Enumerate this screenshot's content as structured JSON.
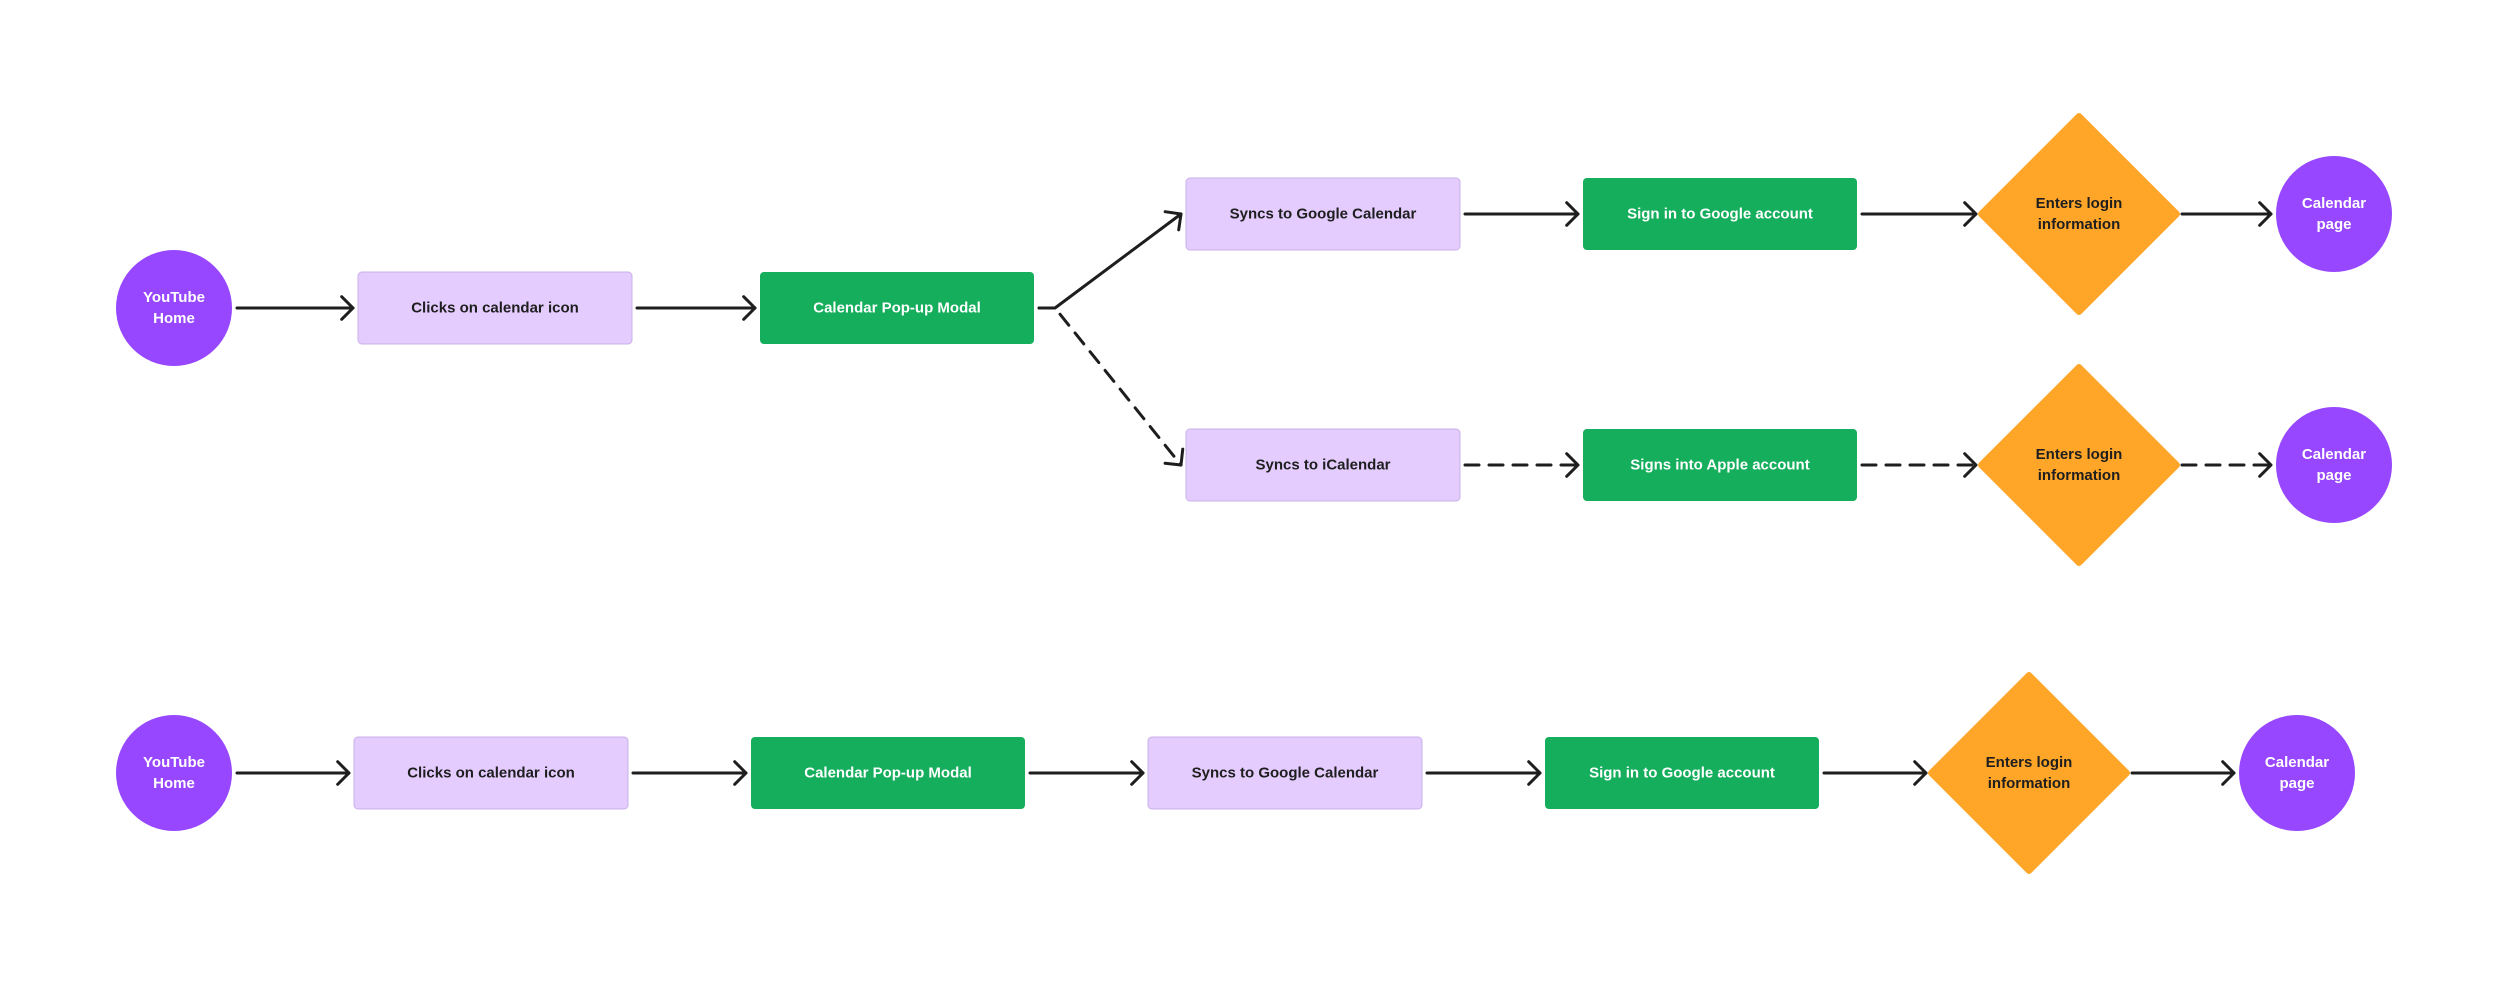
{
  "colors": {
    "start_end": "#9747ff",
    "step": "#e4ccff",
    "step_border": "#c9b0ea",
    "action": "#14ae5c",
    "decision": "#ffa629",
    "connector": "#1e1e1e",
    "text_dark": "#1e1e1e",
    "text_light": "#ffffff"
  },
  "legend_note": "",
  "flows": [
    {
      "name": "branching-flow",
      "nodes": [
        {
          "id": "a_home",
          "shape": "circle",
          "kind": "start_end",
          "lines": [
            "YouTube",
            "Home"
          ]
        },
        {
          "id": "a_click",
          "shape": "rect",
          "kind": "step",
          "lines": [
            "Clicks on calendar icon"
          ]
        },
        {
          "id": "a_modal",
          "shape": "rect",
          "kind": "action",
          "lines": [
            "Calendar Pop-up Modal"
          ]
        },
        {
          "id": "a_gsync",
          "shape": "rect",
          "kind": "step",
          "lines": [
            "Syncs to Google Calendar"
          ]
        },
        {
          "id": "a_gsign",
          "shape": "rect",
          "kind": "action",
          "lines": [
            "Sign in to Google account"
          ]
        },
        {
          "id": "a_glogin",
          "shape": "diamond",
          "kind": "decision",
          "lines": [
            "Enters login",
            "information"
          ]
        },
        {
          "id": "a_gpage",
          "shape": "circle",
          "kind": "start_end",
          "lines": [
            "Calendar",
            "page"
          ]
        },
        {
          "id": "a_isync",
          "shape": "rect",
          "kind": "step",
          "lines": [
            "Syncs to iCalendar"
          ]
        },
        {
          "id": "a_isign",
          "shape": "rect",
          "kind": "action",
          "lines": [
            "Signs into Apple account"
          ]
        },
        {
          "id": "a_ilogin",
          "shape": "diamond",
          "kind": "decision",
          "lines": [
            "Enters login",
            "information"
          ]
        },
        {
          "id": "a_ipage",
          "shape": "circle",
          "kind": "start_end",
          "lines": [
            "Calendar",
            "page"
          ]
        }
      ],
      "edges": [
        {
          "from": "a_home",
          "to": "a_click",
          "style": "solid"
        },
        {
          "from": "a_click",
          "to": "a_modal",
          "style": "solid"
        },
        {
          "from": "a_modal",
          "to": "a_gsync",
          "style": "solid"
        },
        {
          "from": "a_gsync",
          "to": "a_gsign",
          "style": "solid"
        },
        {
          "from": "a_gsign",
          "to": "a_glogin",
          "style": "solid"
        },
        {
          "from": "a_glogin",
          "to": "a_gpage",
          "style": "solid"
        },
        {
          "from": "a_modal",
          "to": "a_isync",
          "style": "dashed"
        },
        {
          "from": "a_isync",
          "to": "a_isign",
          "style": "dashed"
        },
        {
          "from": "a_isign",
          "to": "a_ilogin",
          "style": "dashed"
        },
        {
          "from": "a_ilogin",
          "to": "a_ipage",
          "style": "dashed"
        }
      ]
    },
    {
      "name": "linear-flow",
      "nodes": [
        {
          "id": "b_home",
          "shape": "circle",
          "kind": "start_end",
          "lines": [
            "YouTube",
            "Home"
          ]
        },
        {
          "id": "b_click",
          "shape": "rect",
          "kind": "step",
          "lines": [
            "Clicks on calendar icon"
          ]
        },
        {
          "id": "b_modal",
          "shape": "rect",
          "kind": "action",
          "lines": [
            "Calendar Pop-up Modal"
          ]
        },
        {
          "id": "b_gsync",
          "shape": "rect",
          "kind": "step",
          "lines": [
            "Syncs to Google Calendar"
          ]
        },
        {
          "id": "b_gsign",
          "shape": "rect",
          "kind": "action",
          "lines": [
            "Sign in to Google account"
          ]
        },
        {
          "id": "b_glogin",
          "shape": "diamond",
          "kind": "decision",
          "lines": [
            "Enters login",
            "information"
          ]
        },
        {
          "id": "b_gpage",
          "shape": "circle",
          "kind": "start_end",
          "lines": [
            "Calendar",
            "page"
          ]
        }
      ],
      "edges": [
        {
          "from": "b_home",
          "to": "b_click",
          "style": "solid"
        },
        {
          "from": "b_click",
          "to": "b_modal",
          "style": "solid"
        },
        {
          "from": "b_modal",
          "to": "b_gsync",
          "style": "solid"
        },
        {
          "from": "b_gsync",
          "to": "b_gsign",
          "style": "solid"
        },
        {
          "from": "b_gsign",
          "to": "b_glogin",
          "style": "solid"
        },
        {
          "from": "b_glogin",
          "to": "b_gpage",
          "style": "solid"
        }
      ]
    }
  ]
}
